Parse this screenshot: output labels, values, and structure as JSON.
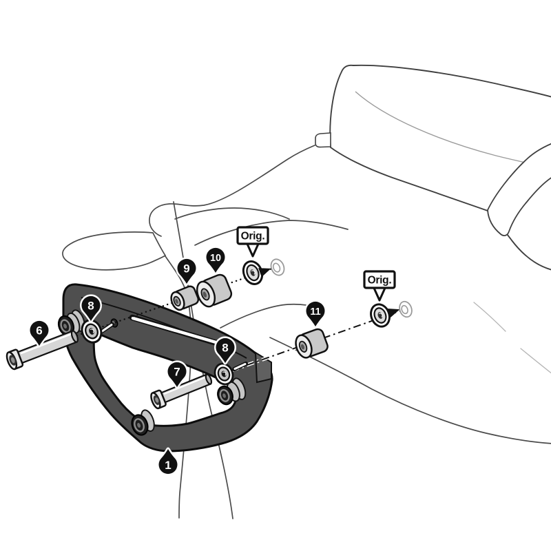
{
  "diagram": {
    "type": "exploded-assembly-diagram",
    "callouts": {
      "part1": "1",
      "part6": "6",
      "part7": "7",
      "part8_left": "8",
      "part8_right": "8",
      "part9": "9",
      "part10": "10",
      "part11": "11"
    },
    "labels": {
      "orig_top": "Orig.",
      "orig_right": "Orig."
    },
    "colors": {
      "bracket": "#4f4f4f",
      "outline": "#111111",
      "metal_light": "#e9e9e9",
      "metal_mid": "#d6d6d6",
      "spacer_body": "#c9c9c9",
      "spacer_face": "#ececec",
      "rubber_dark": "#1e1e1e",
      "rubber_ring": "#8f8f8f",
      "body_line": "#4a4a4a",
      "faint_line": "#b5b5b5",
      "orig_part_line": "#9a9a9a",
      "callout_bg": "#111111",
      "callout_text": "#ffffff"
    }
  }
}
